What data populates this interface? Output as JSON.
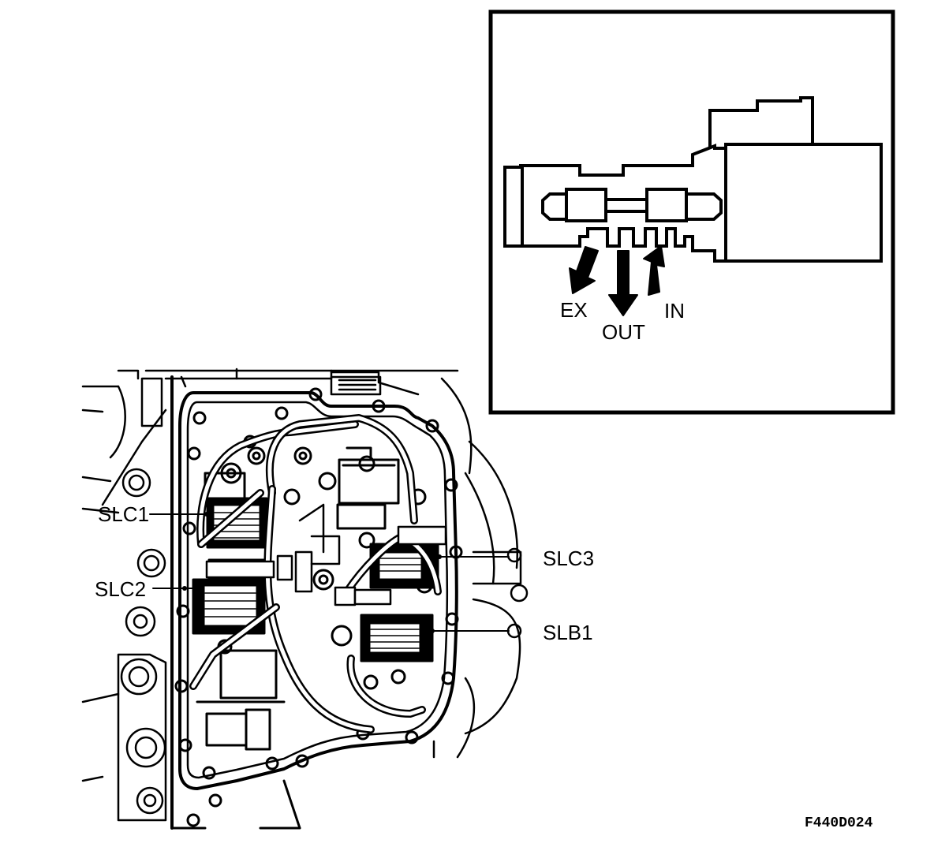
{
  "inset": {
    "ports": {
      "ex": "EX",
      "out": "OUT",
      "in": "IN"
    }
  },
  "callouts": {
    "slc1": "SLC1",
    "slc2": "SLC2",
    "slc3": "SLC3",
    "slb1": "SLB1"
  },
  "figure_code": "F440D024"
}
